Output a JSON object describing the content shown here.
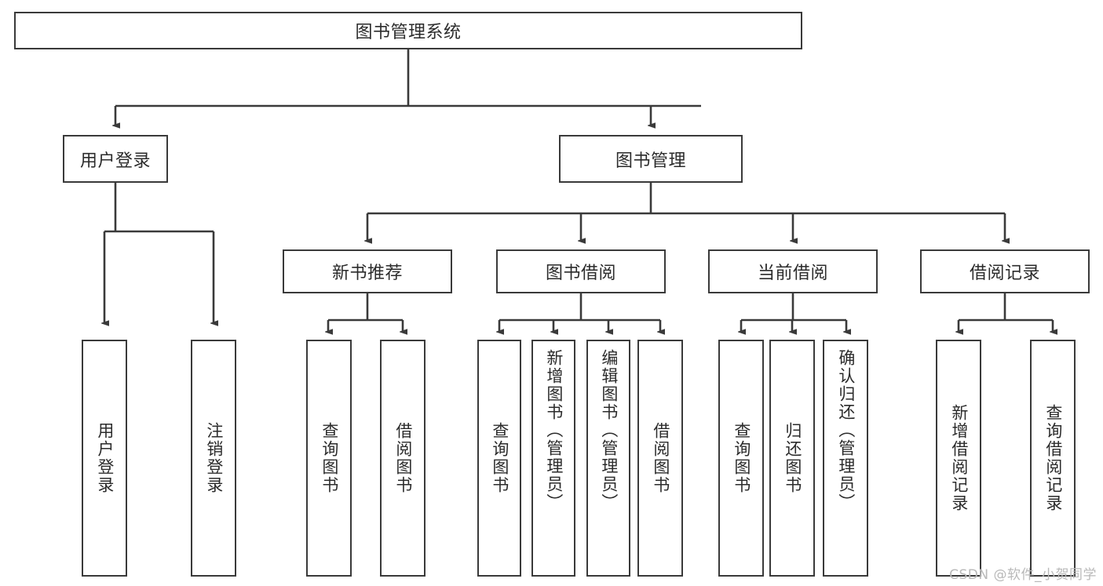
{
  "diagram": {
    "title": "图书管理系统",
    "type": "tree",
    "colors": {
      "box_border": "#3a3a3a",
      "box_fill": "#ffffff",
      "text": "#2b2b2b",
      "edge": "#3a3a3a",
      "watermark": "#b9b9b9"
    },
    "root": {
      "label": "图书管理系统"
    },
    "level1": [
      {
        "label": "用户登录"
      },
      {
        "label": "图书管理"
      }
    ],
    "level2": [
      {
        "label": "新书推荐"
      },
      {
        "label": "图书借阅"
      },
      {
        "label": "当前借阅"
      },
      {
        "label": "借阅记录"
      }
    ],
    "leaves": {
      "user_login": [
        {
          "label": "用户登录"
        },
        {
          "label": "注销登录"
        }
      ],
      "new_book_recommend": [
        {
          "label": "查询图书"
        },
        {
          "label": "借阅图书"
        }
      ],
      "book_borrow": [
        {
          "label": "查询图书"
        },
        {
          "label": "新增图书（管理员）"
        },
        {
          "label": "编辑图书（管理员）"
        },
        {
          "label": "借阅图书"
        }
      ],
      "current_borrow": [
        {
          "label": "查询图书"
        },
        {
          "label": "归还图书"
        },
        {
          "label": "确认归还（管理员）"
        }
      ],
      "borrow_record": [
        {
          "label": "新增借阅记录"
        },
        {
          "label": "查询借阅记录"
        }
      ]
    }
  },
  "watermark": {
    "text": "CSDN @软件_小贺同学"
  }
}
